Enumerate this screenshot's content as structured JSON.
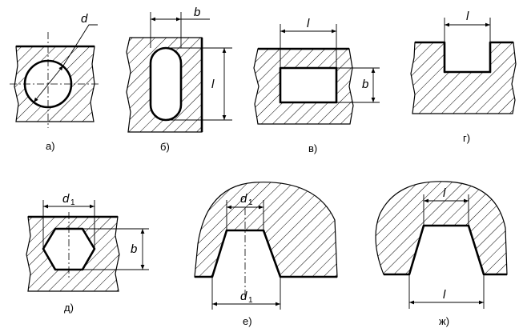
{
  "figures": [
    {
      "id": "a",
      "caption": "а)",
      "dims": [
        "d"
      ]
    },
    {
      "id": "b",
      "caption": "б)",
      "dims": [
        "b",
        "l"
      ]
    },
    {
      "id": "c",
      "caption": "в)",
      "dims": [
        "l",
        "b"
      ]
    },
    {
      "id": "d",
      "caption": "г)",
      "dims": [
        "l"
      ]
    },
    {
      "id": "e",
      "caption": "д)",
      "dims": [
        "d",
        "b"
      ]
    },
    {
      "id": "f",
      "caption": "е)",
      "dims": [
        "d",
        "d"
      ]
    },
    {
      "id": "g",
      "caption": "ж)",
      "dims": [
        "l",
        "l"
      ]
    }
  ],
  "subscript": "1",
  "colors": {
    "ink": "#000000",
    "paper": "#ffffff"
  }
}
